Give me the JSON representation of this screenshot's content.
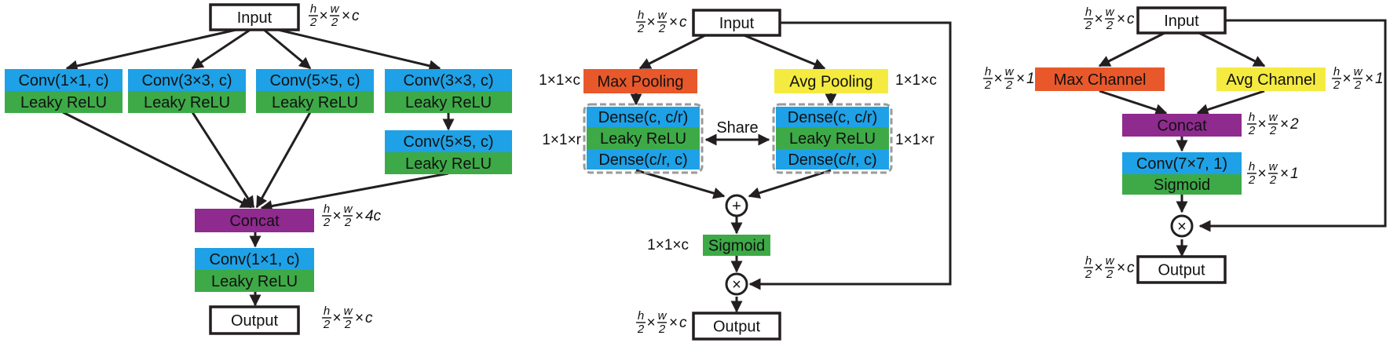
{
  "colors": {
    "conv": "#1ea1e6",
    "relu": "#3daa47",
    "concat": "#8f2a8e",
    "max": "#e9582a",
    "avg": "#f5eb40",
    "line": "#231f20"
  },
  "nodes": [
    {
      "id": "a_input",
      "label": "Input",
      "kind": "frame"
    },
    {
      "id": "a_c1",
      "label": "Conv(1×1, c)",
      "kind": "conv"
    },
    {
      "id": "a_r1",
      "label": "Leaky ReLU",
      "kind": "relu"
    },
    {
      "id": "a_c2",
      "label": "Conv(3×3, c)",
      "kind": "conv"
    },
    {
      "id": "a_r2",
      "label": "Leaky ReLU",
      "kind": "relu"
    },
    {
      "id": "a_c3",
      "label": "Conv(5×5, c)",
      "kind": "conv"
    },
    {
      "id": "a_r3",
      "label": "Leaky ReLU",
      "kind": "relu"
    },
    {
      "id": "a_c4",
      "label": "Conv(3×3, c)",
      "kind": "conv"
    },
    {
      "id": "a_r4",
      "label": "Leaky ReLU",
      "kind": "relu"
    },
    {
      "id": "a_c5",
      "label": "Conv(5×5, c)",
      "kind": "conv"
    },
    {
      "id": "a_r5",
      "label": "Leaky ReLU",
      "kind": "relu"
    },
    {
      "id": "a_concat",
      "label": "Concat",
      "kind": "concat"
    },
    {
      "id": "a_c6",
      "label": "Conv(1×1, c)",
      "kind": "conv"
    },
    {
      "id": "a_r6",
      "label": "Leaky ReLU",
      "kind": "relu"
    },
    {
      "id": "a_output",
      "label": "Output",
      "kind": "frame"
    },
    {
      "id": "b_input",
      "label": "Input",
      "kind": "frame"
    },
    {
      "id": "b_max",
      "label": "Max Pooling",
      "kind": "max"
    },
    {
      "id": "b_avg",
      "label": "Avg Pooling",
      "kind": "avg"
    },
    {
      "id": "b_d1",
      "label": "Dense(c, c/r)",
      "kind": "conv"
    },
    {
      "id": "b_r1",
      "label": "Leaky ReLU",
      "kind": "relu"
    },
    {
      "id": "b_d2",
      "label": "Dense(c/r, c)",
      "kind": "conv"
    },
    {
      "id": "b_d3",
      "label": "Dense(c, c/r)",
      "kind": "conv"
    },
    {
      "id": "b_r2",
      "label": "Leaky ReLU",
      "kind": "relu"
    },
    {
      "id": "b_d4",
      "label": "Dense(c/r, c)",
      "kind": "conv"
    },
    {
      "id": "b_plus",
      "label": "+",
      "kind": "circle"
    },
    {
      "id": "b_sig",
      "label": "Sigmoid",
      "kind": "relu"
    },
    {
      "id": "b_times",
      "label": "×",
      "kind": "circle"
    },
    {
      "id": "b_output",
      "label": "Output",
      "kind": "frame"
    },
    {
      "id": "c_input",
      "label": "Input",
      "kind": "frame"
    },
    {
      "id": "c_max",
      "label": "Max Channel",
      "kind": "max"
    },
    {
      "id": "c_avg",
      "label": "Avg Channel",
      "kind": "avg"
    },
    {
      "id": "c_concat",
      "label": "Concat",
      "kind": "concat"
    },
    {
      "id": "c_conv",
      "label": "Conv(7×7, 1)",
      "kind": "conv"
    },
    {
      "id": "c_sig",
      "label": "Sigmoid",
      "kind": "relu"
    },
    {
      "id": "c_times",
      "label": "×",
      "kind": "circle"
    },
    {
      "id": "c_output",
      "label": "Output",
      "kind": "frame"
    }
  ],
  "share_label": "Share",
  "dims": {
    "hwc": {
      "h": "h",
      "w": "w",
      "two": "2",
      "times": "×",
      "c": "c"
    },
    "hw4c": {
      "h": "h",
      "w": "w",
      "two": "2",
      "times": "×",
      "c": "4c"
    },
    "hw2": {
      "h": "h",
      "w": "w",
      "two": "2",
      "times": "×",
      "c": "2"
    },
    "hw1": {
      "h": "h",
      "w": "w",
      "two": "2",
      "times": "×",
      "c": "1"
    },
    "one_one_c": "1×1×c",
    "one_one_r": "1×1×r"
  }
}
